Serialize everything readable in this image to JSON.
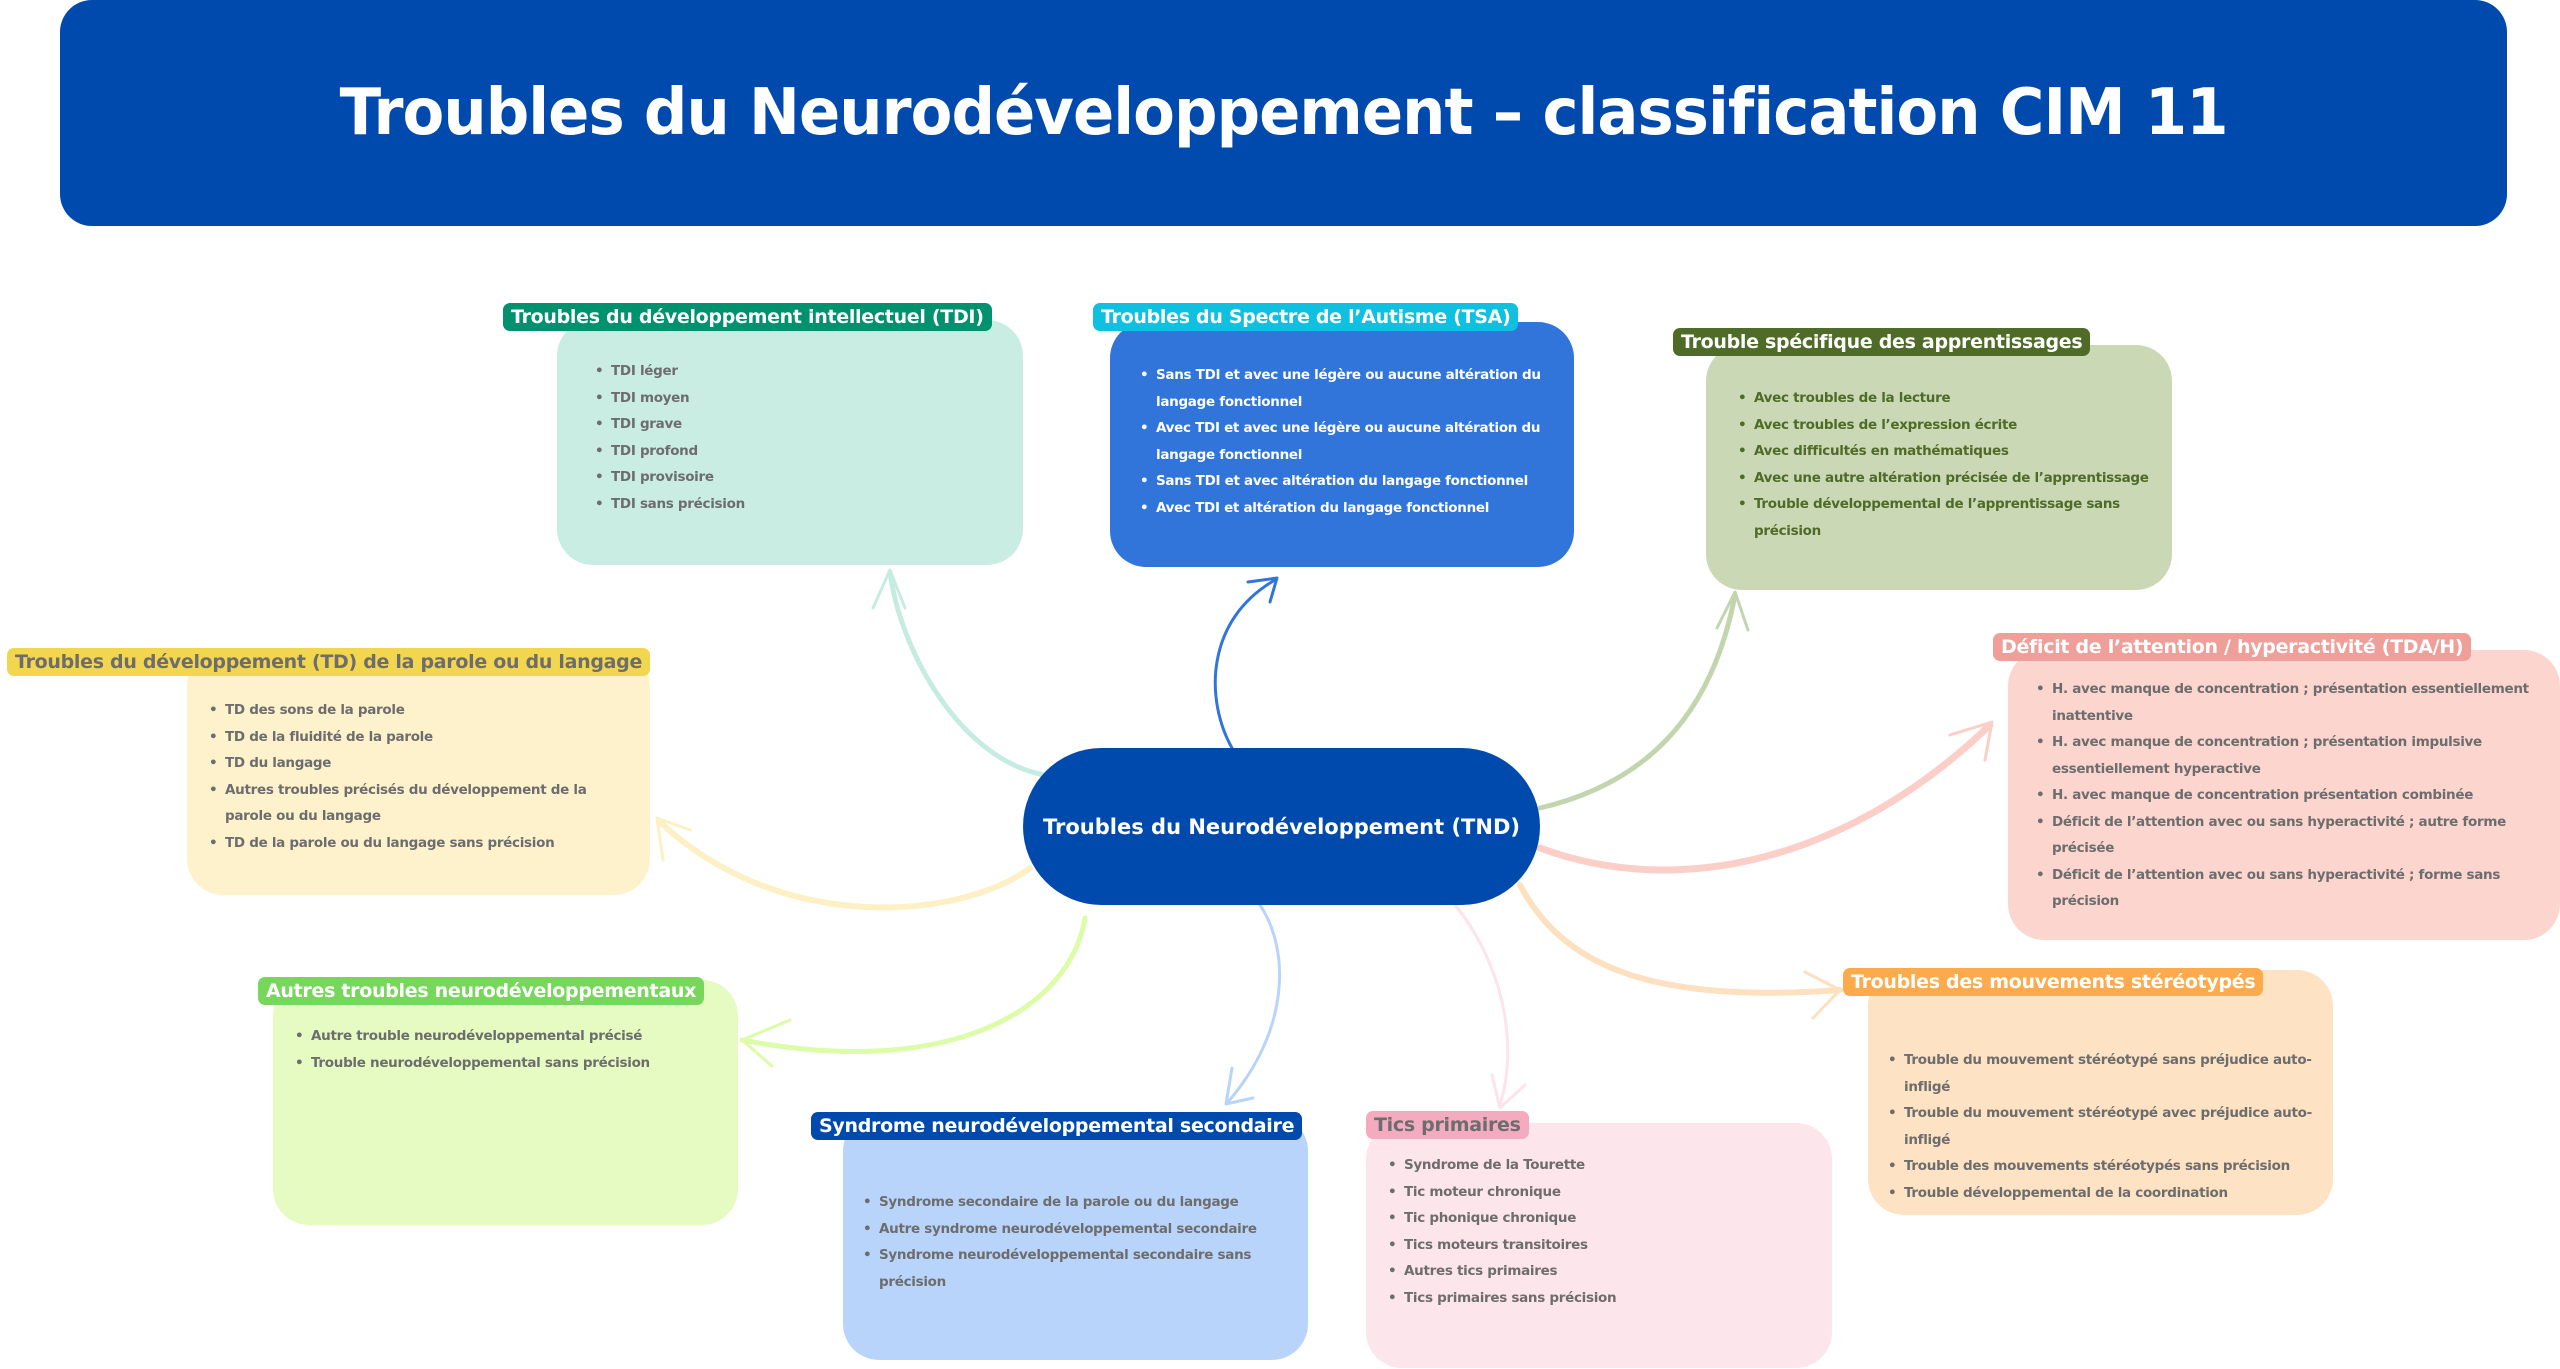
{
  "header": {
    "title": "Troubles du Neurodéveloppement – classification CIM 11"
  },
  "center": {
    "label": "Troubles du Neurodéveloppement (TND)",
    "color": "#004aad"
  },
  "branches": {
    "tdi": {
      "title": "Troubles du développement intellectuel (TDI)",
      "label_color": "#00916e",
      "box_color": "#c9ece3",
      "text_color": "#6d6d6d",
      "items": [
        "TDI léger",
        "TDI moyen",
        "TDI grave",
        "TDI profond",
        "TDI provisoire",
        "TDI sans précision"
      ]
    },
    "tsa": {
      "title": "Troubles du Spectre de l’Autisme (TSA)",
      "label_color": "#10c0e0",
      "box_color": "#3174da",
      "text_color": "#ffffff",
      "items": [
        "Sans TDI et avec une légère ou aucune altération du langage fonctionnel",
        "Avec TDI et avec une légère ou aucune altération du langage fonctionnel",
        "Sans TDI et avec altération du langage fonctionnel",
        "Avec TDI et altération du langage fonctionnel"
      ]
    },
    "apprentissages": {
      "title": "Trouble spécifique des apprentissages",
      "label_color": "#4f6b28",
      "box_color": "#cad8b5",
      "text_color": "#4f6b28",
      "items": [
        "Avec troubles de la lecture",
        "Avec troubles de l’expression écrite",
        "Avec difficultés en mathématiques",
        "Avec une autre altération précisée de l’apprentissage",
        "Trouble développemental de l’apprentissage sans précision"
      ]
    },
    "tdah": {
      "title": "Déficit de l’attention / hyperactivité (TDA/H)",
      "label_color": "#ee9f9a",
      "box_color": "#fcd5cf",
      "text_color": "#6d6d6d",
      "items": [
        "H. avec manque de concentration ; présentation essentiellement inattentive",
        "H. avec manque de concentration ; présentation impulsive essentiellement hyperactive",
        "H. avec manque de concentration présentation combinée",
        "Déficit de l’attention avec ou sans hyperactivité ; autre forme précisée",
        "Déficit de l’attention avec ou sans hyperactivité ; forme sans précision"
      ]
    },
    "parole": {
      "title": "Troubles du développement (TD) de la parole ou du langage",
      "label_color": "#f2d64f",
      "box_color": "#fef2cd",
      "text_color": "#6d6d6d",
      "items": [
        "TD des sons de la parole",
        "TD de la fluidité de la parole",
        "TD du langage",
        "Autres troubles précisés du développement de la parole ou du langage",
        "TD de la parole ou du langage sans précision"
      ]
    },
    "autres": {
      "title": "Autres troubles neurodéveloppementaux",
      "label_color": "#78d65c",
      "box_color": "#e6fbc1",
      "text_color": "#6d6d6d",
      "items": [
        "Autre trouble neurodéveloppemental précisé",
        "Trouble neurodéveloppemental sans précision"
      ]
    },
    "syndrome": {
      "title": "Syndrome neurodéveloppemental secondaire",
      "label_color": "#004aad",
      "box_color": "#b9d4fb",
      "text_color": "#6d6d6d",
      "items": [
        "Syndrome secondaire de la parole ou du langage",
        "Autre syndrome neurodéveloppemental secondaire",
        "Syndrome neurodéveloppemental secondaire sans précision"
      ]
    },
    "tics": {
      "title": "Tics primaires",
      "label_color": "#f4abc0",
      "box_color": "#fde5ec",
      "text_color": "#6d6d6d",
      "items": [
        "Syndrome de la Tourette",
        "Tic moteur chronique",
        "Tic phonique chronique",
        "Tics moteurs transitoires",
        "Autres tics primaires",
        "Tics primaires sans précision"
      ]
    },
    "mouvements": {
      "title": "Troubles des mouvements stéréotypés",
      "label_color": "#fdaa4c",
      "box_color": "#fde2c4",
      "text_color": "#6d6d6d",
      "items": [
        "Trouble du mouvement stéréotypé sans préjudice auto-infligé",
        "Trouble du mouvement stéréotypé avec préjudice auto-infligé",
        "Trouble des mouvements stéréotypés sans précision",
        "Trouble développemental de la coordination"
      ]
    }
  },
  "connector_colors": {
    "tdi": "#c6ece2",
    "tsa": "#3174da",
    "apprentissages": "#c2d5ae",
    "tdah": "#fbcfc8",
    "parole": "#fdf0c4",
    "autres": "#dcfca8",
    "syndrome": "#b9d4fb",
    "tics": "#fde3ea",
    "mouvements": "#fde0c0"
  }
}
